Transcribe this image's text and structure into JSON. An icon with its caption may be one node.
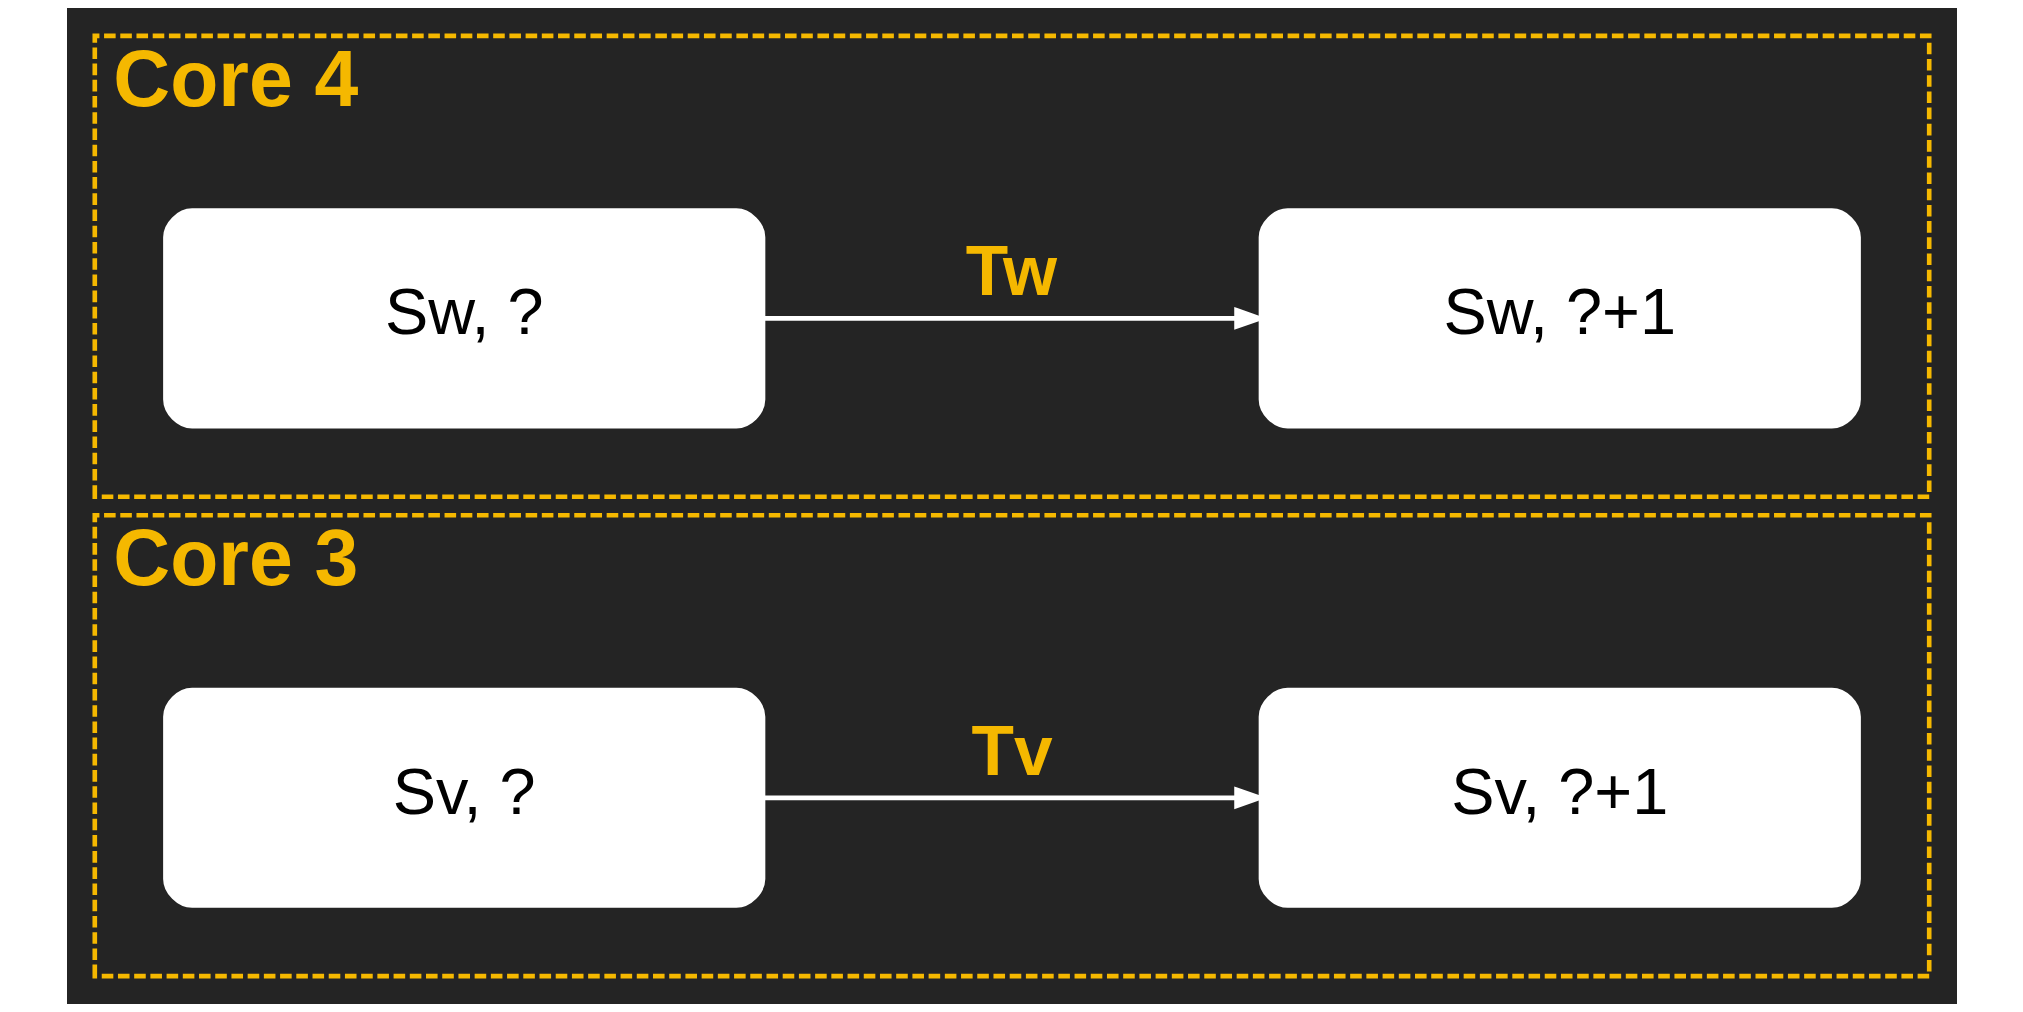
{
  "diagram": {
    "nodes": [
      {
        "text": [
          "Core 3"
        ]
      },
      {
        "text": [
          "Sv, ?"
        ],
        "in": 0
      },
      {
        "text": [
          "Sv, ?+1"
        ],
        "in": 0
      },
      {
        "text": [
          "Core 4"
        ]
      },
      {
        "text": [
          "Sw, ?"
        ],
        "in": 3
      },
      {
        "text": [
          "Sw, ?+1"
        ],
        "in": 3
      }
    ],
    "edges": [
      {
        "from": 1,
        "to": 2,
        "arrow": "to",
        "label": "Tv"
      },
      {
        "from": 4,
        "to": 5,
        "arrow": "to",
        "label": "Tw"
      }
    ]
  }
}
